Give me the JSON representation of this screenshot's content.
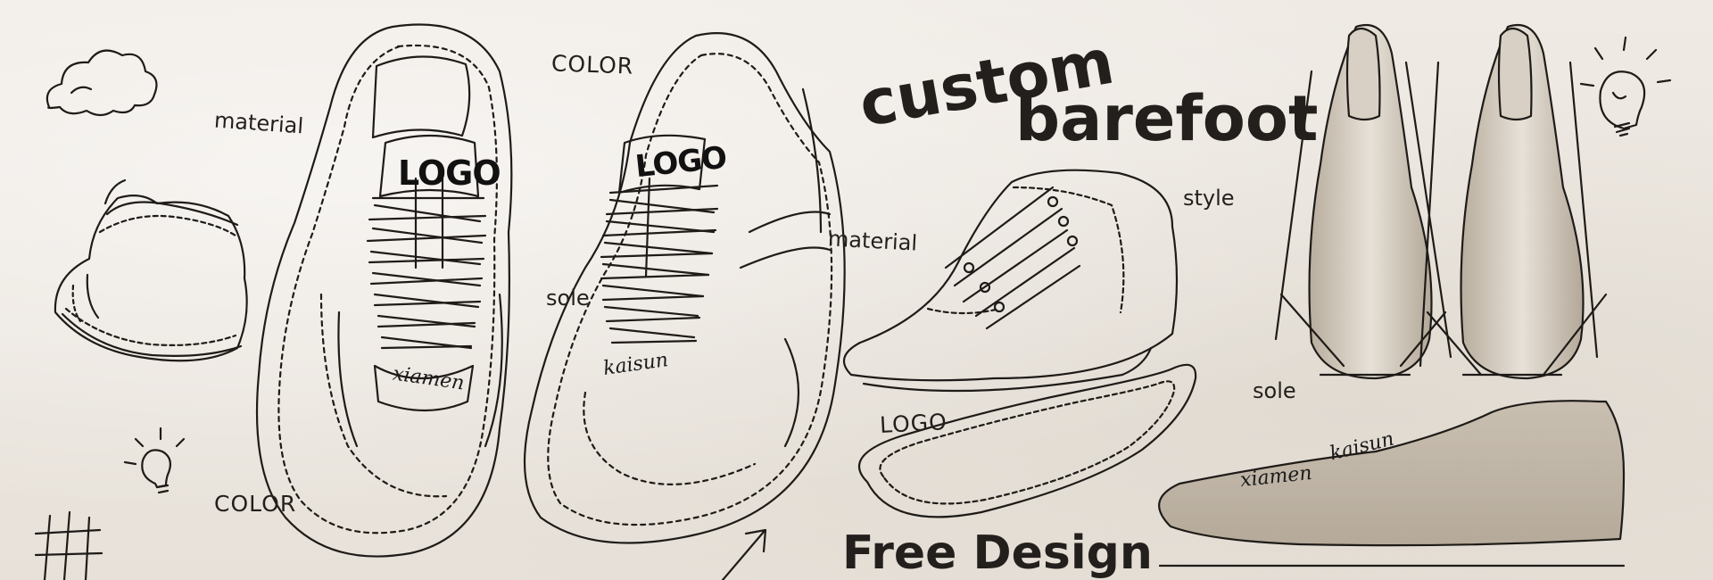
{
  "headline": {
    "line1": "custom",
    "line2": "barefoot",
    "footer": "Free Design"
  },
  "labels": {
    "material_left": "material",
    "color_top": "COLOR",
    "color_bottom": "COLOR",
    "sole_middle": "sole",
    "material_right": "material",
    "style": "style",
    "sole_right": "sole",
    "logo_insole": "LOGO"
  },
  "shoe_marks": {
    "logo_left": "LOGO",
    "logo_right": "LOGO",
    "brand_left": "xiamen",
    "brand_right": "kaisun",
    "lasts_brand_1": "xiamen",
    "lasts_brand_2": "kaisun"
  },
  "colors": {
    "ink": "#231f1c",
    "paper": "#ebe6df",
    "last_fill": "#c9bfb1"
  },
  "icons": [
    "cloud-icon",
    "lightbulb-icon",
    "hash-icon",
    "arrow-icon"
  ]
}
